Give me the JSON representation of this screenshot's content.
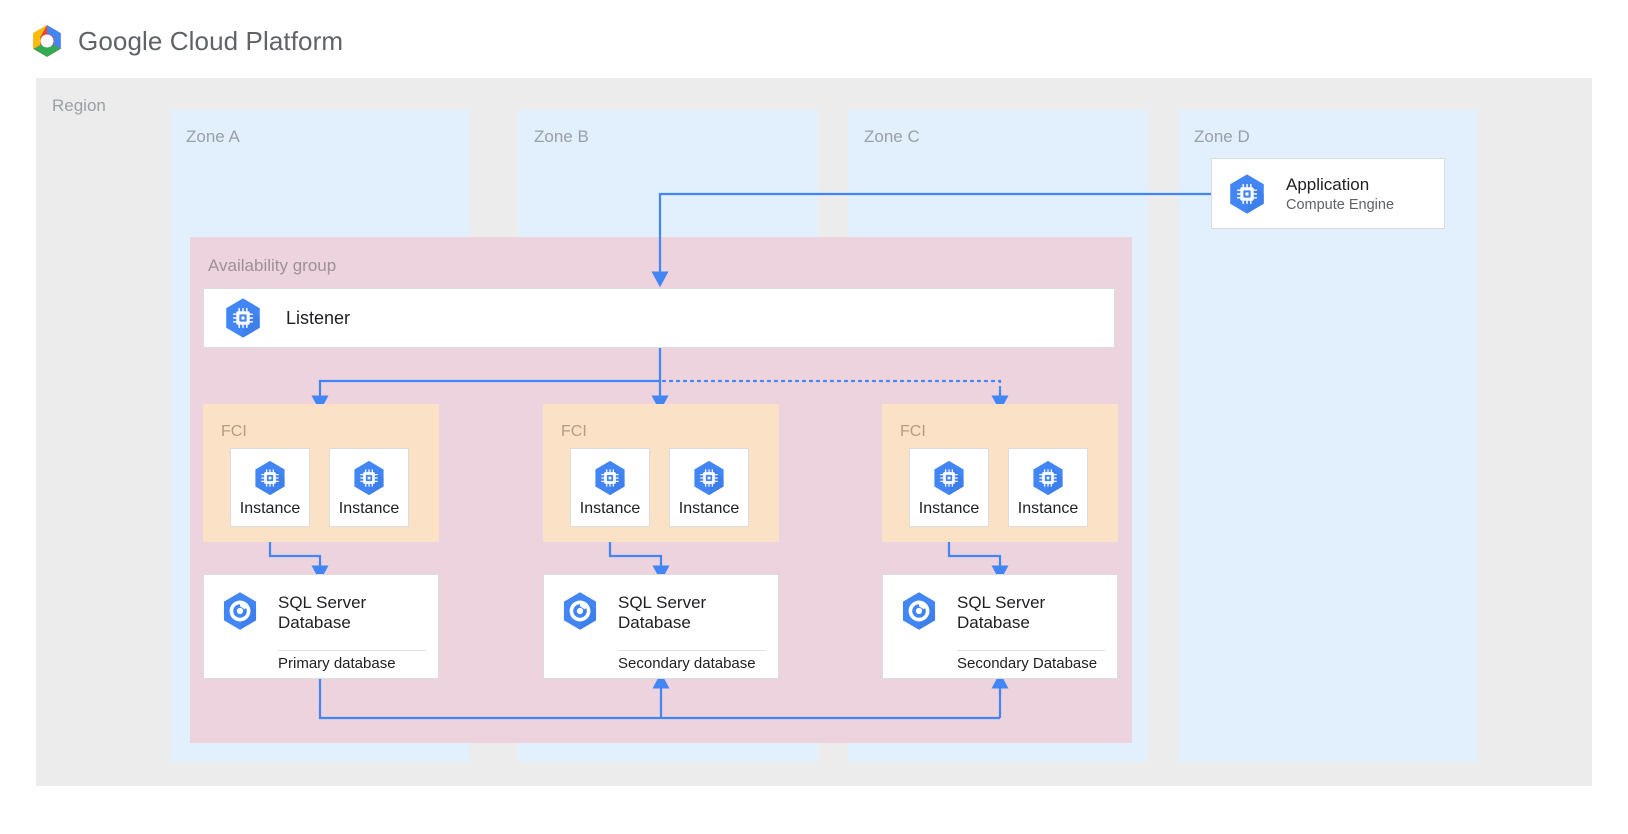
{
  "header": {
    "brand_google": "Google",
    "brand_rest": " Cloud Platform",
    "logo_icon": "gcp-logo-icon"
  },
  "region": {
    "label": "Region"
  },
  "zones": [
    {
      "id": "zone-a",
      "label": "Zone A"
    },
    {
      "id": "zone-b",
      "label": "Zone B"
    },
    {
      "id": "zone-c",
      "label": "Zone C"
    },
    {
      "id": "zone-d",
      "label": "Zone D"
    }
  ],
  "application": {
    "title": "Application",
    "subtitle": "Compute Engine",
    "icon": "compute-engine-icon"
  },
  "availability_group": {
    "label": "Availability group",
    "listener": {
      "title": "Listener",
      "icon": "compute-engine-icon"
    }
  },
  "fci_groups": [
    {
      "label": "FCI",
      "instances": [
        "Instance",
        "Instance"
      ]
    },
    {
      "label": "FCI",
      "instances": [
        "Instance",
        "Instance"
      ]
    },
    {
      "label": "FCI",
      "instances": [
        "Instance",
        "Instance"
      ]
    }
  ],
  "databases": [
    {
      "title": "SQL Server Database",
      "role": "Primary database",
      "icon": "sql-server-database-icon"
    },
    {
      "title": "SQL Server Database",
      "role": "Secondary database",
      "icon": "sql-server-database-icon"
    },
    {
      "title": "SQL Server Database",
      "role": "Secondary Database",
      "icon": "sql-server-database-icon"
    }
  ],
  "colors": {
    "zone_fill": "#e2effc",
    "region_fill": "#ececec",
    "availability_group_fill": "#ecd3dd",
    "fci_fill": "#fbe2c6",
    "connector": "#4285f4",
    "card_border": "#dadce0",
    "label_gray": "#9aa0a6"
  }
}
